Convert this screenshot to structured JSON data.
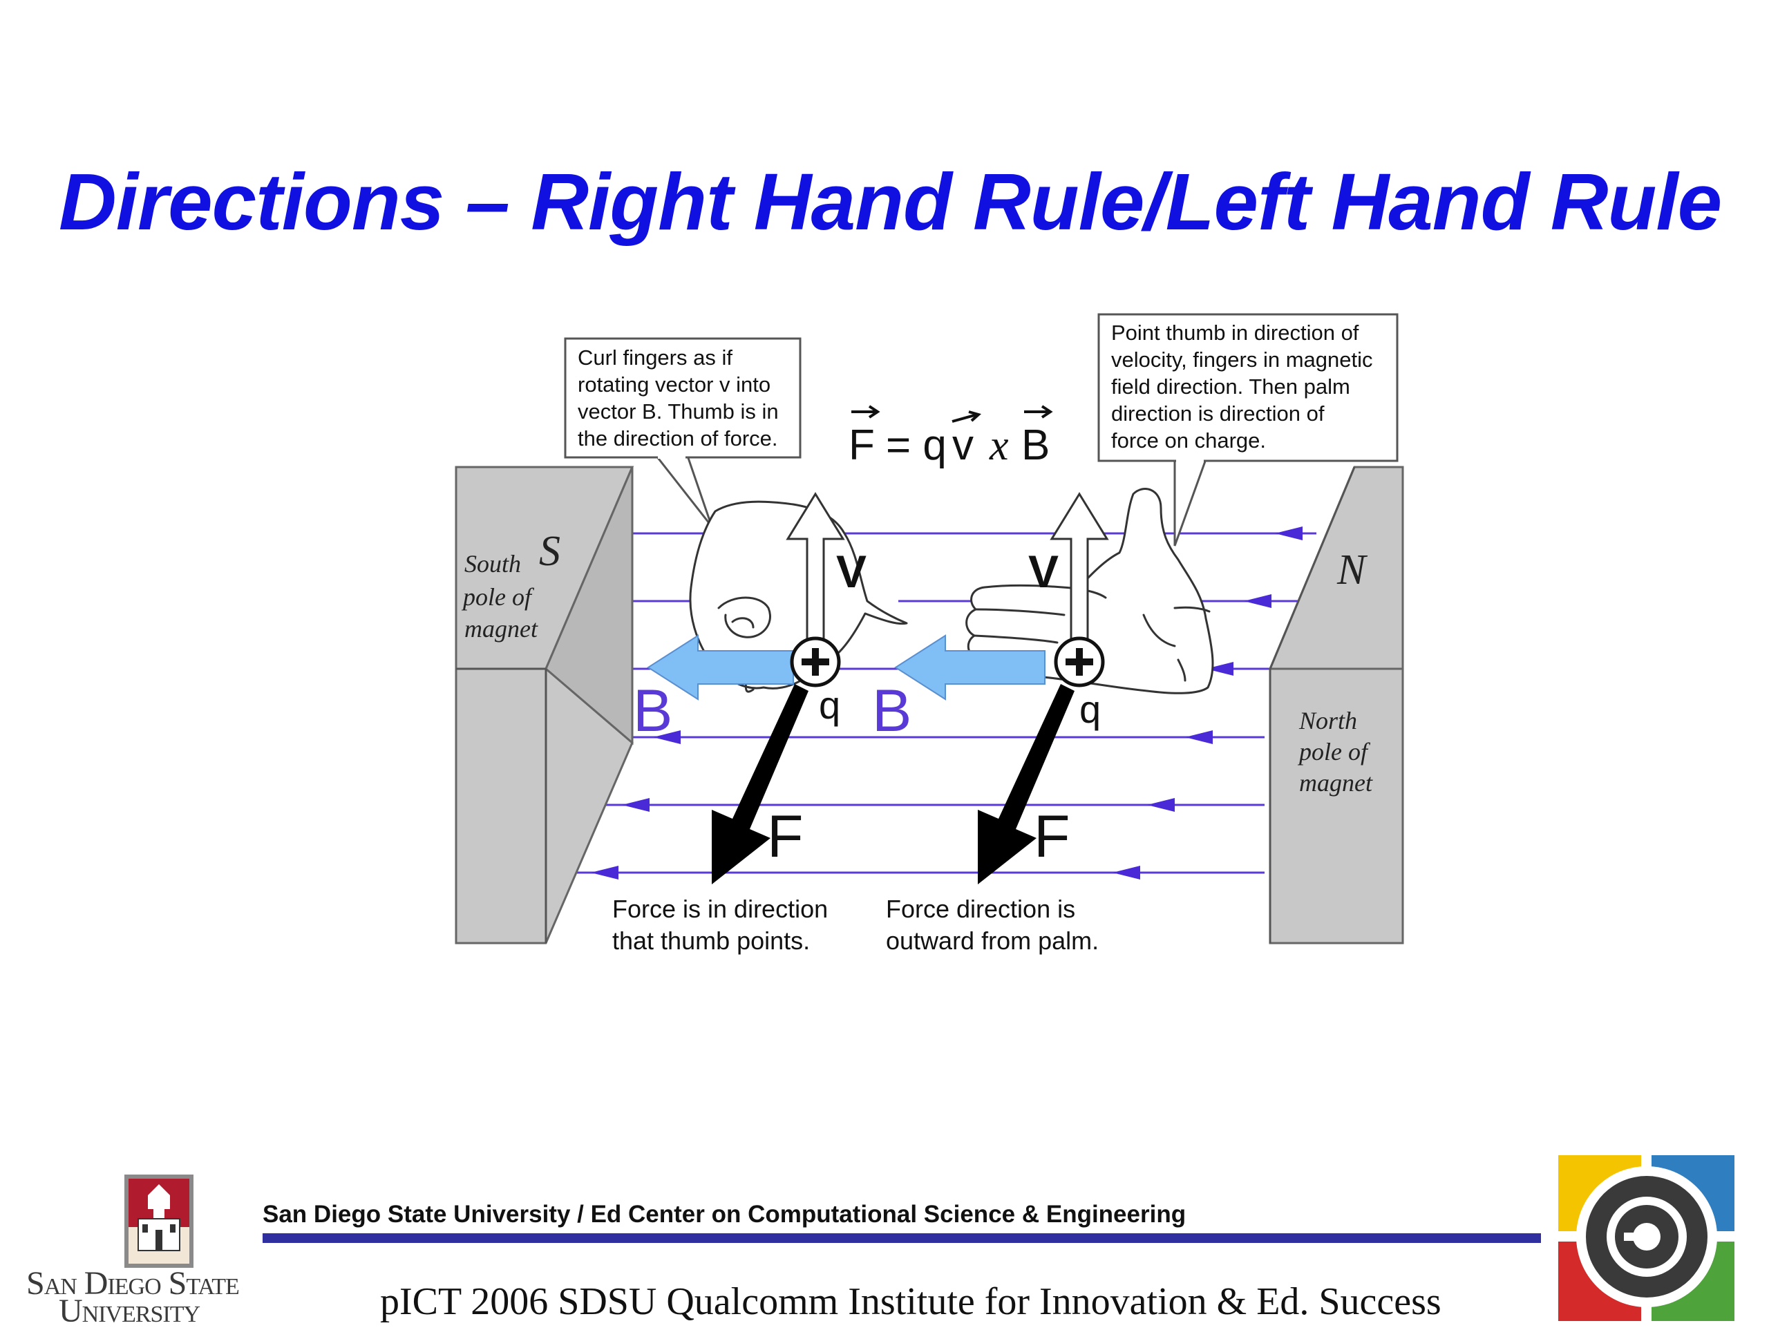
{
  "slide": {
    "title": "Directions – Right Hand Rule/Left Hand Rule",
    "title_color": "#1010e0"
  },
  "diagram": {
    "equation": {
      "F": "F",
      "equals_q": "= q",
      "v": "v",
      "x": "x",
      "B": "B"
    },
    "callout_left": [
      "Curl fingers as if",
      "rotating vector v into",
      "vector B. Thumb is in",
      "the direction of force."
    ],
    "callout_right": [
      "Point thumb in direction of",
      "velocity, fingers in magnetic",
      "field direction. Then palm",
      "direction is direction of",
      "force on charge."
    ],
    "south_magnet": {
      "letter": "S",
      "label": [
        "South",
        "pole of",
        "magnet"
      ]
    },
    "north_magnet": {
      "letter": "N",
      "label": [
        "North",
        "pole of",
        "magnet"
      ]
    },
    "vector_labels": {
      "velocity": "V",
      "field": "B",
      "charge": "q",
      "force": "F"
    },
    "caption_left": [
      "Force is in direction",
      "that thumb points."
    ],
    "caption_right": [
      "Force direction is",
      "outward from palm."
    ],
    "colors": {
      "field_line": "#5a3ad6",
      "field_arrow": "#80bff5",
      "magnet_fill": "#c8c8c8",
      "force_arrow": "#000000"
    }
  },
  "footer": {
    "organization": "San Diego State University / Ed Center on Computational Science & Engineering",
    "subtitle": "pICT 2006 SDSU Qualcomm Institute for Innovation & Ed. Success",
    "rule_color": "#2f2fa0",
    "logo_left_text": [
      "San Diego State",
      "University"
    ]
  }
}
